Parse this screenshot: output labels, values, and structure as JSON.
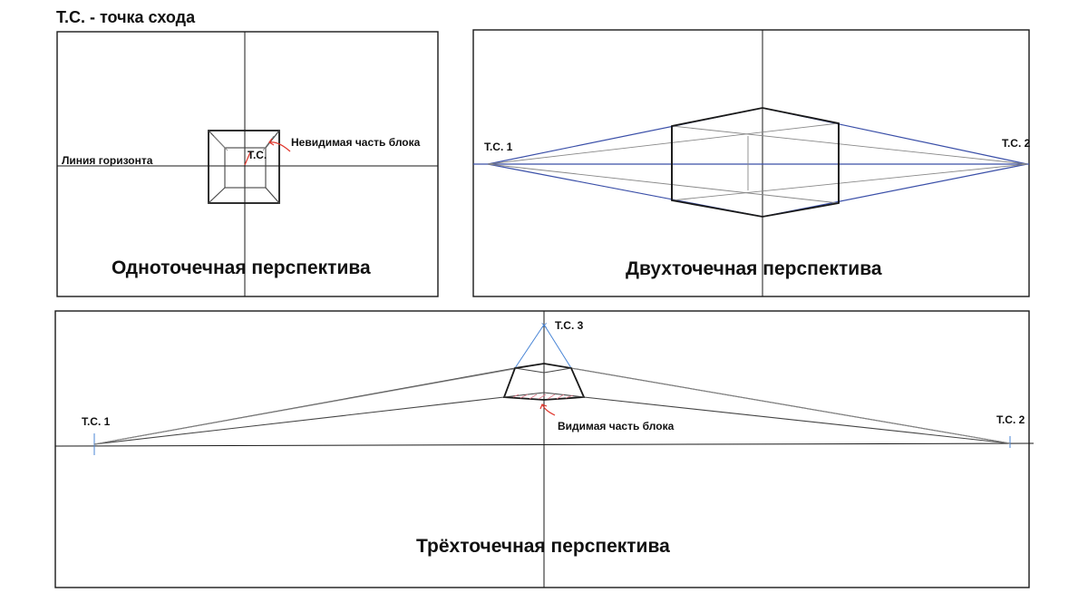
{
  "header": {
    "title": "Т.С. - точка схода"
  },
  "panel_one_point": {
    "horizon_label": "Линия горизонта",
    "vp_label": "Т.С.",
    "hidden_label": "Невидимая часть блока",
    "caption": "Одноточечная перспектива"
  },
  "panel_two_point": {
    "vp1_label": "Т.С. 1",
    "vp2_label": "Т.С. 2",
    "caption": "Двухточечная перспектива"
  },
  "panel_three_point": {
    "vp1_label": "Т.С. 1",
    "vp2_label": "Т.С. 2",
    "vp3_label": "Т.С. 3",
    "visible_label": "Видимая часть блока",
    "caption": "Трёхточечная перспектива"
  },
  "colors": {
    "construction_blue": "#3a4fa8",
    "vp3_blue": "#4a86d6",
    "annotation_red": "#e0352b"
  }
}
